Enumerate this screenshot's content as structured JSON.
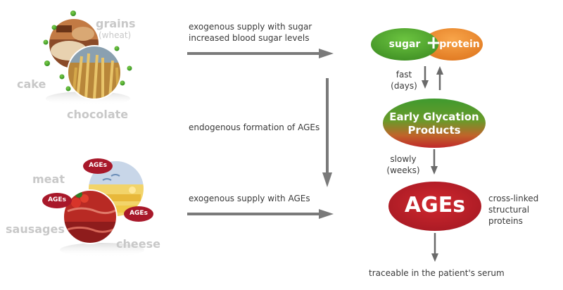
{
  "foods_top": {
    "grains": "grains",
    "wheat": "(wheat)",
    "cake": "cake",
    "chocolate": "chocolate"
  },
  "foods_bottom": {
    "meat": "meat",
    "sausages": "sausages",
    "cheese": "cheese",
    "badges": [
      "AGEs",
      "AGEs",
      "AGEs"
    ]
  },
  "flows": {
    "sugar_line1": "exogenous supply with sugar",
    "sugar_line2": "increased blood sugar levels",
    "endogenous": "endogenous formation of AGEs",
    "ages_supply": "exogenous supply with AGEs"
  },
  "nodes": {
    "sugar": "sugar",
    "plus": "+",
    "protein": "protein",
    "early_line1": "Early Glycation",
    "early_line2": "Products",
    "ages": "AGEs",
    "fast_line1": "fast",
    "fast_line2": "(days)",
    "slowly_line1": "slowly",
    "slowly_line2": "(weeks)",
    "crosslinked_line1": "cross-linked",
    "crosslinked_line2": "structural",
    "crosslinked_line3": "proteins",
    "traceable": "traceable in the patient's serum"
  },
  "colors": {
    "green": "#5aa532",
    "orange": "#f08a28",
    "red": "#b0202a",
    "arrow": "#7a7a7a",
    "label_gray": "#c8c8c8"
  }
}
